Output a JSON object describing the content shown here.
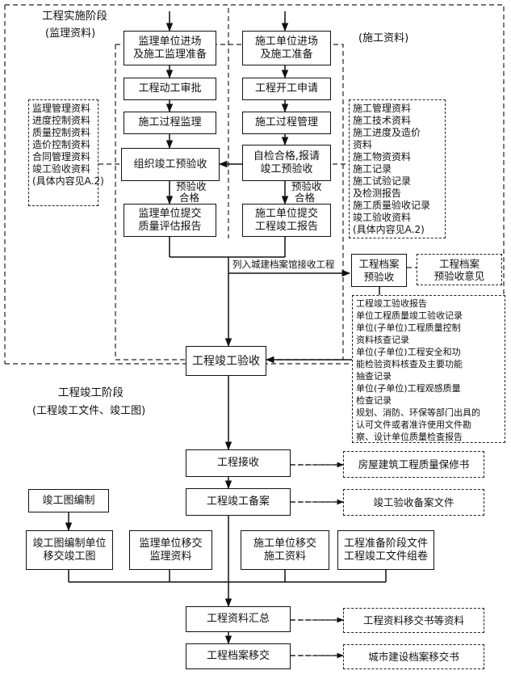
{
  "phases": {
    "implementation_title": "工程实施阶段",
    "implementation_sub": "(监理资料)",
    "construction_data": "(施工资料)",
    "completion_title": "工程竣工阶段",
    "completion_sub": "(工程竣工文件、竣工图)"
  },
  "supervision": {
    "entry": [
      "监理单位进场",
      "及施工监理准备"
    ],
    "start_review": "工程动工审批",
    "process": "施工过程监理",
    "pre_acceptance": "组织竣工预验收",
    "report": [
      "监理单位提交",
      "质量评估报告"
    ]
  },
  "construction": {
    "entry": [
      "施工单位进场",
      "及施工准备"
    ],
    "start_apply": "工程开工申请",
    "process": "施工过程管理",
    "self_check": [
      "自检合格,报请",
      "竣工预验收"
    ],
    "report": [
      "施工单位提交",
      "工程竣工报告"
    ]
  },
  "pre_accept_pass": [
    "预验收",
    "合格"
  ],
  "archives_label": "列入城建档案馆接收工程",
  "archives_box": [
    "工程档案",
    "预验收"
  ],
  "archives_opinion": [
    "工程档案",
    "预验收意见"
  ],
  "supervision_records": [
    "监理管理资料",
    "进度控制资料",
    "质量控制资料",
    "造价控制资料",
    "合同管理资料",
    "竣工验收资料",
    "(具体内容见A.2)"
  ],
  "construction_records": [
    "施工管理资料",
    "施工技术资料",
    "施工进度及造价",
    "资料",
    "施工物资资料",
    "施工记录",
    "施工试验记录",
    "及检测报告",
    "施工质量验收记录",
    "竣工验收资料",
    "(具体内容见A.2)"
  ],
  "acceptance_docs": [
    "工程竣工验收报告",
    "单位工程质量竣工验收记录",
    "单位(子单位)工程质量控制",
    "资料核查记录",
    "单位(子单位)工程安全和功",
    "能检验资料核查及主要功能",
    "抽查记录",
    "单位(子单位)工程观感质量",
    "检查记录",
    "规划、消防、环保等部门出具的",
    "认可文件或者准许使用文件勘",
    "察、设计单位质量检查报告"
  ],
  "final_acceptance": "工程竣工验收",
  "handover": "工程接收",
  "warranty": "房屋建筑工程质量保修书",
  "record_filing": "工程竣工备案",
  "filing_docs": "竣工验收备案文件",
  "drawing_compile": "竣工图编制",
  "bottom_row": {
    "drawings": [
      "竣工图编制单位",
      "移交竣工图"
    ],
    "supervision": [
      "监理单位移交",
      "监理资料"
    ],
    "construction": [
      "施工单位移交",
      "施工资料"
    ],
    "prep": [
      "工程准备阶段文件",
      "工程竣工文件组卷"
    ]
  },
  "summary": "工程资料汇总",
  "summary_docs": "工程资料移交书等资料",
  "archive_transfer": "工程档案移交",
  "city_transfer": "城市建设档案移交书"
}
